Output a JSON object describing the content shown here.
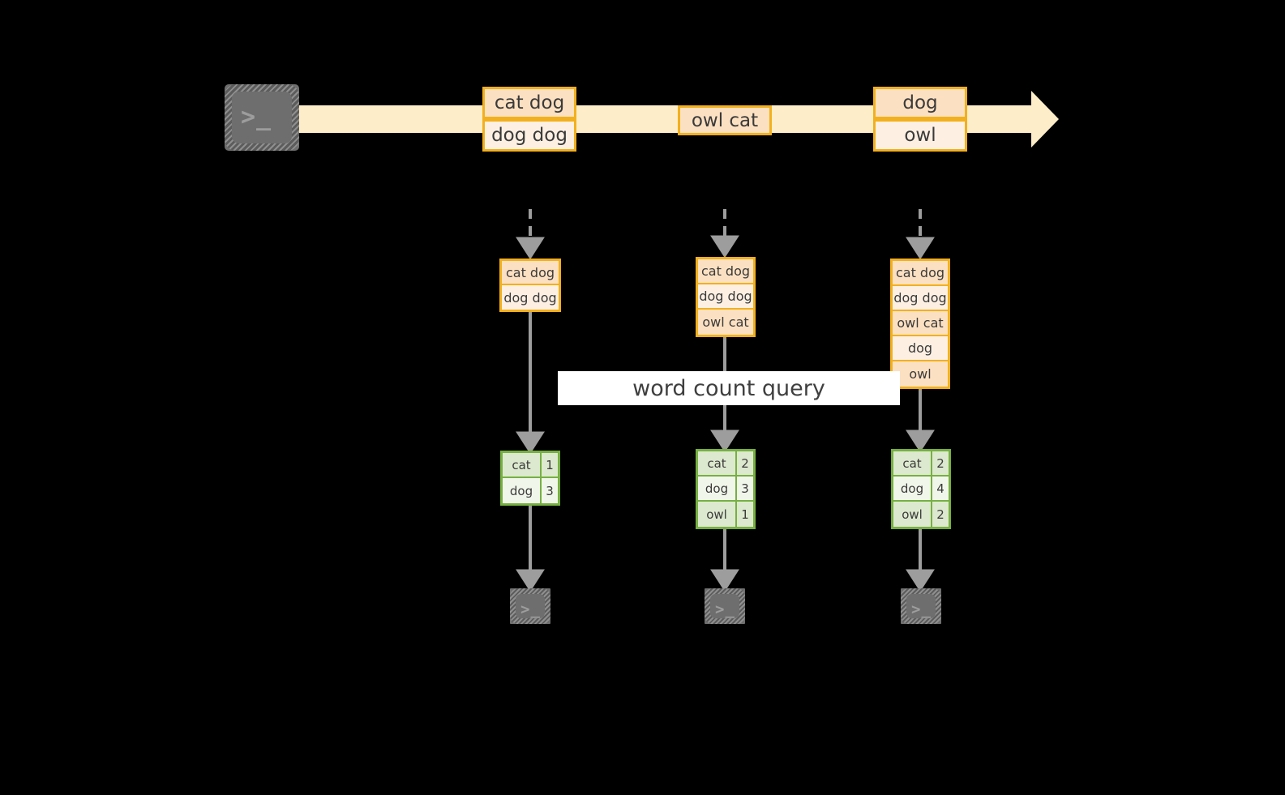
{
  "diagram": {
    "title_label": "word count query",
    "colors": {
      "background": "#000000",
      "stream_band": "#fdeec9",
      "event_border": "#f2b01e",
      "event_fill_dark": "#fce0c2",
      "event_fill_light": "#fdf0e3",
      "result_border": "#76b041",
      "result_fill_dark": "#dde9cf",
      "result_fill_light": "#f1f6ea",
      "arrow_gray": "#9d9d9d",
      "terminal_body": "#6e6e6e",
      "terminal_glyph": "#9d9d9d",
      "label_fill": "#ffffff",
      "label_text": "#3f3f3f"
    },
    "source": {
      "icon": "terminal-prompt-icon",
      "glyph": ">_"
    },
    "stream": {
      "direction": "left-to-right",
      "groups": [
        {
          "rows": [
            {
              "text": "cat dog",
              "shade": "dark"
            },
            {
              "text": "dog dog",
              "shade": "light"
            }
          ]
        },
        {
          "rows": [
            {
              "text": "owl cat",
              "shade": "dark"
            }
          ]
        },
        {
          "rows": [
            {
              "text": "dog",
              "shade": "dark"
            },
            {
              "text": "owl",
              "shade": "light"
            }
          ]
        }
      ]
    },
    "snapshots": [
      {
        "id": "snapshot-1",
        "input_rows": [
          {
            "text": "cat dog",
            "shade": "dark"
          },
          {
            "text": "dog dog",
            "shade": "light"
          }
        ],
        "result_rows": [
          {
            "key": "cat",
            "value": "1",
            "shade": "dark"
          },
          {
            "key": "dog",
            "value": "3",
            "shade": "light"
          }
        ],
        "sink_glyph": ">_"
      },
      {
        "id": "snapshot-2",
        "input_rows": [
          {
            "text": "cat dog",
            "shade": "dark"
          },
          {
            "text": "dog dog",
            "shade": "light"
          },
          {
            "text": "owl cat",
            "shade": "dark"
          }
        ],
        "result_rows": [
          {
            "key": "cat",
            "value": "2",
            "shade": "dark"
          },
          {
            "key": "dog",
            "value": "3",
            "shade": "light"
          },
          {
            "key": "owl",
            "value": "1",
            "shade": "dark"
          }
        ],
        "sink_glyph": ">_"
      },
      {
        "id": "snapshot-3",
        "input_rows": [
          {
            "text": "cat dog",
            "shade": "dark"
          },
          {
            "text": "dog dog",
            "shade": "light"
          },
          {
            "text": "owl cat",
            "shade": "dark"
          },
          {
            "text": "dog",
            "shade": "light"
          },
          {
            "text": "owl",
            "shade": "dark"
          }
        ],
        "result_rows": [
          {
            "key": "cat",
            "value": "2",
            "shade": "dark"
          },
          {
            "key": "dog",
            "value": "4",
            "shade": "light"
          },
          {
            "key": "owl",
            "value": "2",
            "shade": "dark"
          }
        ],
        "sink_glyph": ">_"
      }
    ]
  }
}
